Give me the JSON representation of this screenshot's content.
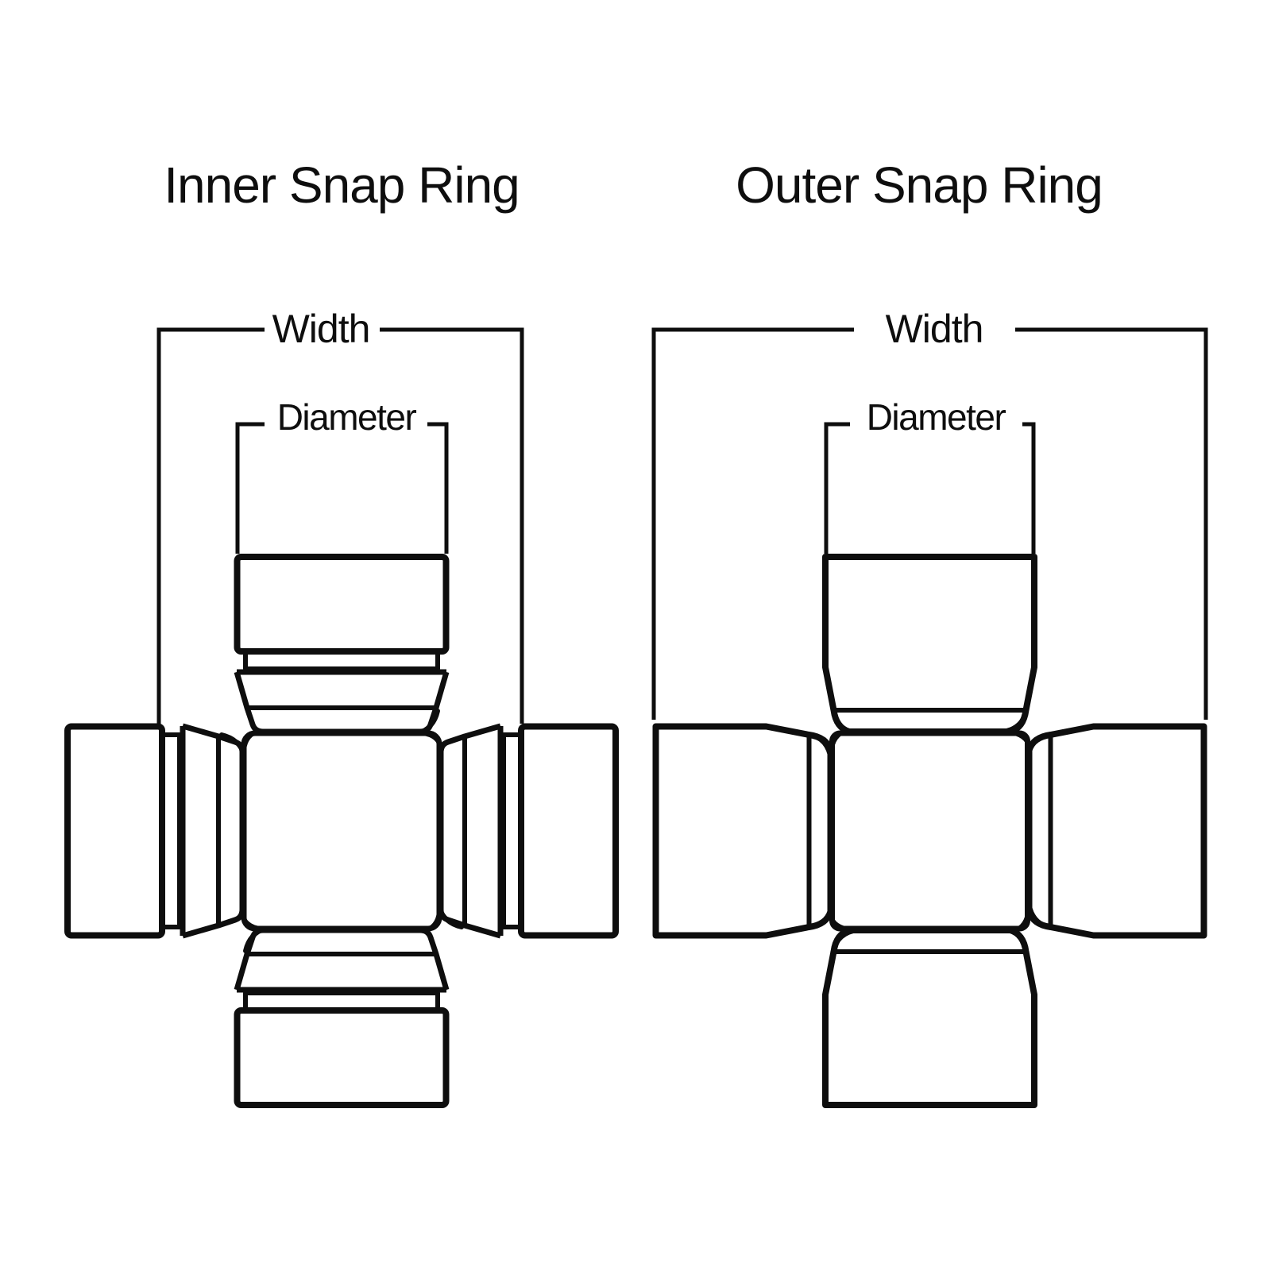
{
  "page": {
    "background": "#ffffff",
    "ink": "#0e0e0e"
  },
  "figures": [
    {
      "title": "Inner Snap Ring",
      "dimension_labels": {
        "width": "Width",
        "diameter": "Diameter"
      }
    },
    {
      "title": "Outer Snap Ring",
      "dimension_labels": {
        "width": "Width",
        "diameter": "Diameter"
      }
    }
  ]
}
